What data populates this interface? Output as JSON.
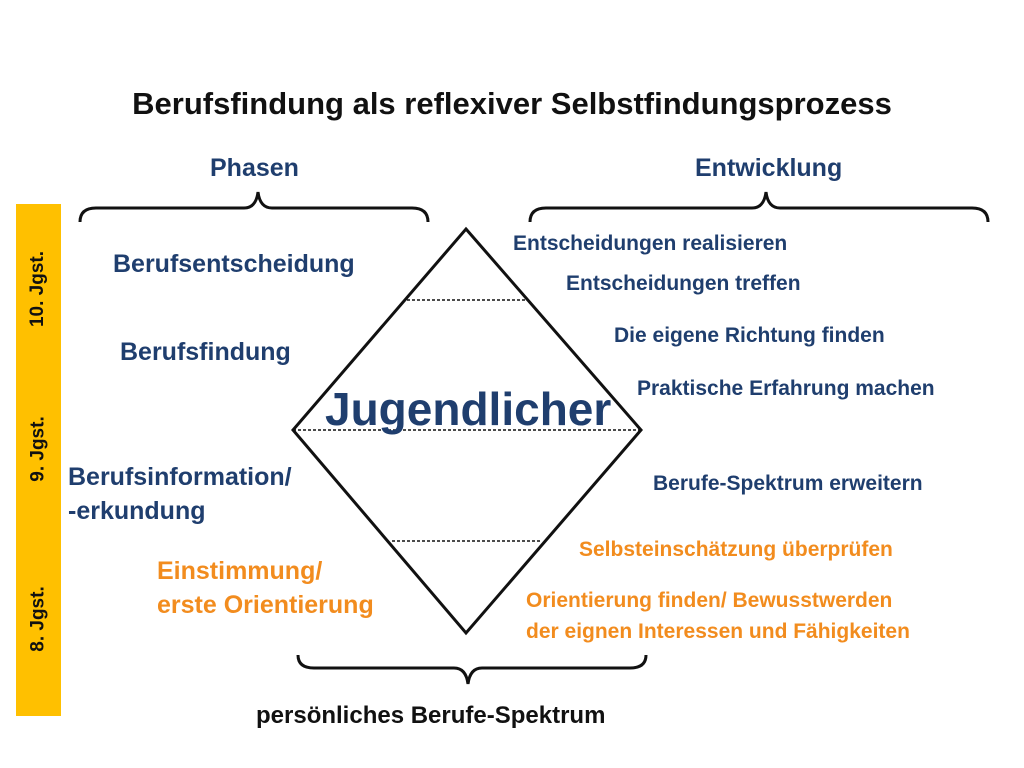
{
  "title": "Berufsfindung als reflexiver Selbstfindungsprozess",
  "headers": {
    "left": "Phasen",
    "right": "Entwicklung",
    "bottom": "persönliches Berufe-Spektrum"
  },
  "center": "Jugendlicher",
  "grades": [
    "10. Jgst.",
    "9. Jgst.",
    "8. Jgst."
  ],
  "phases": {
    "p1": "Berufsentscheidung",
    "p2": "Berufsfindung",
    "p3_line1": "Berufsinformation/",
    "p3_line2": "-erkundung",
    "p4_line1": "Einstimmung/",
    "p4_line2": "erste Orientierung"
  },
  "development": {
    "d1": "Entscheidungen realisieren",
    "d2": "Entscheidungen treffen",
    "d3": "Die eigene Richtung finden",
    "d4": "Praktische Erfahrung machen",
    "d5": "Berufe-Spektrum erweitern",
    "d6": "Selbsteinschätzung überprüfen",
    "d7_line1": "Orientierung finden/ Bewusstwerden",
    "d7_line2": "der eignen Interessen und Fähigkeiten"
  },
  "colors": {
    "blue": "#1f3e6e",
    "orange": "#f28c1e",
    "yellow": "#ffc000",
    "black": "#111111"
  }
}
